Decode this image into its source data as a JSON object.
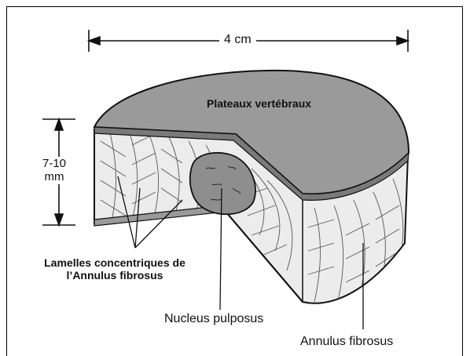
{
  "labels": {
    "width": "4 cm",
    "height_line1": "7-10",
    "height_line2": "mm",
    "endplate": "Plateaux vertébraux",
    "lamellae_line1": "Lamelles concentriques de",
    "lamellae_line2": "l’Annulus fibrosus",
    "nucleus": "Nucleus pulposus",
    "annulus": "Annulus fibrosus"
  },
  "colors": {
    "endplate_fill": "#9a9a9a",
    "annulus_fill": "#ececec",
    "nucleus_fill": "#8e8e8e",
    "line": "#111111"
  }
}
